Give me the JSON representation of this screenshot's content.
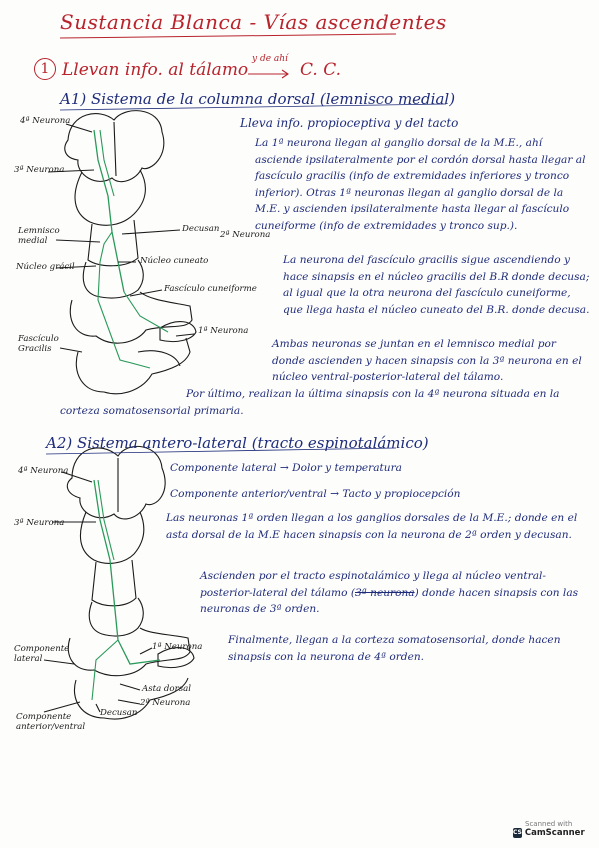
{
  "title": "Sustancia Blanca - Vías ascendentes",
  "section1": {
    "number": "1",
    "label": "Llevan info. al tálamo",
    "arrow_note": "y de ahí",
    "target": "C. C."
  },
  "A1": {
    "heading": "A1) Sistema de la columna dorsal (lemnisco medial)",
    "intro": "Lleva info. propioceptiva y del tacto",
    "p1": "La 1ª neurona llegan al ganglio dorsal de la M.E., ahí asciende ipsilateralmente por el cordón dorsal hasta llegar al fascículo gracilis (info de extremidades inferiores y tronco inferior). Otras 1ª neuronas llegan al ganglio dorsal de la M.E. y ascienden ipsilateralmente hasta llegar al fascículo cuneiforme (info de extremidades y tronco sup.).",
    "p2": "La neurona del fascículo gracilis sigue ascendiendo y hace sinapsis en el núcleo gracilis del B.R donde decusa; al igual que la otra neurona del fascículo cuneiforme, que llega hasta el núcleo cuneato del B.R. donde decusa.",
    "p3": "Ambas neuronas se juntan en el lemnisco medial por donde ascienden y hacen sinapsis con la 3ª neurona en el núcleo ventral-posterior-lateral del tálamo.",
    "p4": "Por último, realizan la última sinapsis con la 4ª neurona situada en la corteza somatosensorial primaria.",
    "labels": {
      "n4": "4ª Neurona",
      "n3": "3ª Neurona",
      "lemnisco": "Lemnisco medial",
      "nucleo_gracil": "Núcleo grácil",
      "decusan": "Decusan",
      "n2": "2ª Neurona",
      "nucleo_cuneato": "Núcleo cuneato",
      "fasciculo_cuneiforme": "Fascículo cuneiforme",
      "n1": "1ª Neurona",
      "fasciculo_gracilis": "Fascículo Gracilis"
    }
  },
  "A2": {
    "heading": "A2) Sistema antero-lateral (tracto espinotalámico)",
    "c1": "Componente lateral → Dolor y temperatura",
    "c2": "Componente anterior/ventral → Tacto y propiocepción",
    "p1": "Las neuronas 1ª orden llegan a los ganglios dorsales de la M.E.; donde en el asta dorsal de la M.E hacen sinapsis con la neurona de 2ª orden y decusan.",
    "p2a": "Ascienden por el tracto espinotalámico y llega al núcleo ventral-posterior-lateral del tálamo (",
    "p2s": "3ª neurona",
    "p2b": ") donde hacen sinapsis con las neuronas de 3ª orden.",
    "p3": "Finalmente, llegan a la corteza somatosensorial, donde hacen sinapsis con la neurona de 4ª orden.",
    "labels": {
      "n4": "4ª Neurona",
      "n3": "3ª Neurona",
      "n1": "1ª Neurona",
      "comp_lateral": "Componente lateral",
      "asta_dorsal": "Asta dorsal",
      "n2": "2ª Neurona",
      "decusan": "Decusan",
      "comp_anterior": "Componente anterior/ventral"
    }
  },
  "watermark": {
    "top": "Scanned with",
    "name": "CamScanner"
  },
  "colors": {
    "title": "#b8232c",
    "ink": "#1f2c7a",
    "diagram": "#1b1b1b",
    "pathway": "#2a9a5a"
  }
}
